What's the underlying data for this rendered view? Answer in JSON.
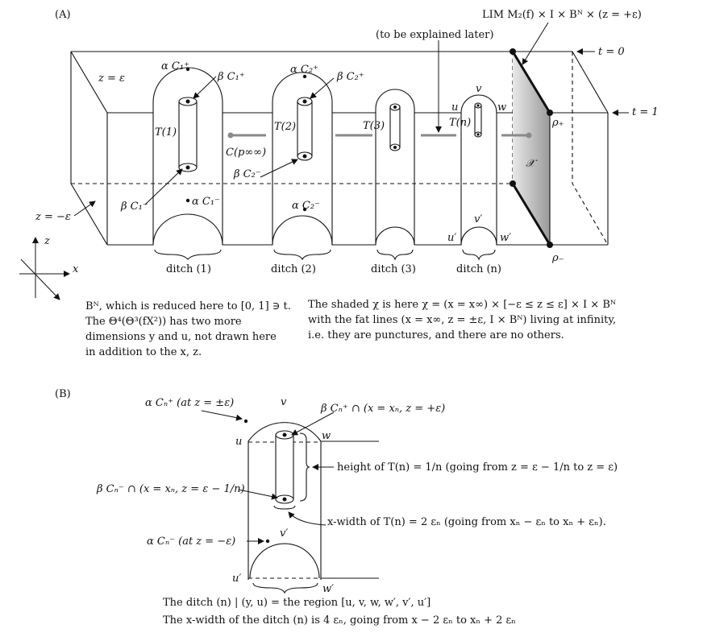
{
  "panel_a": {
    "label": "(A)",
    "top_label": "LIM M₂(f) × I × Bᴺ × (z = +ε)",
    "explain_note": "(to be explained later)",
    "t0": "t = 0",
    "t1": "t = 1",
    "z_eps": "z = ε",
    "z_neg_eps": "z = −ε",
    "axis_z": "z",
    "axis_x": "x",
    "tubes": [
      "T(1)",
      "T(2)",
      "T(3)",
      "T(n)"
    ],
    "alpha_c1_plus": "α C₁⁺",
    "beta_c1_plus": "β C₁⁺",
    "alpha_c2_plus": "α C₂⁺",
    "beta_c2_plus": "β C₂⁺",
    "beta_c1_minus": "β C₁⁻",
    "alpha_c1_minus": "α C₁⁻",
    "alpha_c2_minus": "α C₂⁻",
    "beta_c2_minus": "β C₂⁻",
    "c_p_inf": "C(p∞∞)",
    "u": "u",
    "v": "v",
    "w": "w",
    "u_prime": "u′",
    "v_prime": "v′",
    "w_prime": "w′",
    "rho_plus": "ρ₊",
    "rho_minus": "ρ₋",
    "chi": "𝒳",
    "ditches": [
      "ditch (1)",
      "ditch (2)",
      "ditch (3)",
      "ditch (n)"
    ],
    "note_left": [
      "Bᴺ, which is reduced here to [0, 1] ∋ t.",
      "The Θ⁴(Θ³(fX²)) has two more",
      "dimensions y and u, not drawn here",
      "in addition to the x, z."
    ],
    "note_right": [
      "The shaded χ is here χ = (x = x∞) × [−ε ≤ z ≤ ε] × I × Bᴺ",
      "with the fat lines (x = x∞, z = ±ε, I × Bᴺ) living at infinity,",
      "i.e. they are punctures, and there are no others."
    ]
  },
  "panel_b": {
    "label": "(B)",
    "alpha_plus": "α Cₙ⁺ (at z = ±ε)",
    "beta_plus": "β Cₙ⁺ ∩ (x = xₙ, z = +ε)",
    "beta_minus": "β Cₙ⁻ ∩ (x = xₙ, z = ε − 1/n)",
    "alpha_minus": "α Cₙ⁻ (at z = −ε)",
    "height": "height of T(n) = 1/n (going from z = ε − 1/n to z = ε)",
    "xwidth": "x-width of T(n) = 2 εₙ (going from xₙ − εₙ to xₙ + εₙ).",
    "u": "u",
    "v": "v",
    "w": "w",
    "u_prime": "u′",
    "v_prime": "v′",
    "w_prime": "w′",
    "caption_1": "The ditch (n) | (y, u) = the region [u, v, w, w′, v′, u′]",
    "caption_2": "The x-width of the ditch (n) is 4 εₙ, going from x − 2 εₙ to xₙ + 2 εₙ"
  }
}
